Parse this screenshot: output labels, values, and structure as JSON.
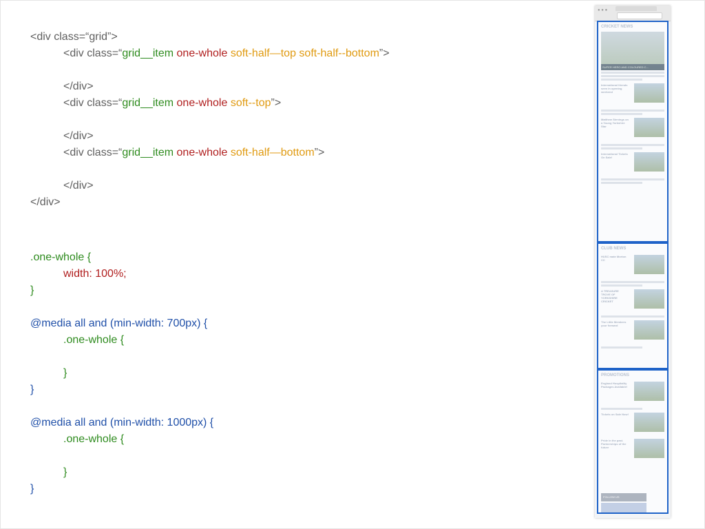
{
  "html_block": {
    "line1": "<div class=“grid”>",
    "line2_prefix": "<div class=“",
    "line2_grid": "grid__item",
    "line2_whole": "one-whole",
    "line2_soft": "soft-half—top soft-half--bottom",
    "line2_suffix": "”>",
    "line3": "</div>",
    "line4_prefix": "<div class=“",
    "line4_grid": "grid__item",
    "line4_whole": "one-whole",
    "line4_soft": "soft--top",
    "line4_suffix": "”>",
    "line5": "</div>",
    "line6_prefix": "<div class=“",
    "line6_grid": "grid__item",
    "line6_whole": "one-whole",
    "line6_soft": "soft-half—bottom",
    "line6_suffix": "”>",
    "line7": "</div>",
    "line8": "</div>"
  },
  "css_block": {
    "selector": ".one-whole {",
    "width_rule": "width: 100%;",
    "close1": "}",
    "media700": "@media all and (min-width: 700px) {",
    "inner700": ".one-whole {",
    "inner700_close": "}",
    "media700_close": "}",
    "media1000": "@media all and (min-width: 1000px) {",
    "inner1000": ".one-whole {",
    "inner1000_close": "}",
    "media1000_close": "}"
  },
  "mockup": {
    "section1_title": "CRICKET NEWS",
    "section2_title": "CLUB NEWS",
    "section3_title": "PROMOTIONS",
    "hero_caption": "SUPER HERO AND COLOURED C...",
    "row1": "International friends seen in opening weekend",
    "row2": "Matthew Stenings on a Young Yorkshire Star",
    "row3": "International Tickets On Sale!",
    "row4": "HUSC mate Morton CC",
    "row5": "A TREASURE TROVE OF YORKSHIRE CRICKET",
    "row6": "The Little Members your forward",
    "row7": "England Hospitality Packages Available!",
    "row8": "Tickets on Sale Now!",
    "row9": "Pride in the past. Partnerships of the future",
    "follow": "FOLLOW US"
  },
  "colors": {
    "green": "#2e8b1e",
    "red": "#b01e1e",
    "orange": "#e09a10",
    "blue": "#1f4fa8",
    "gray": "#5f5f5f",
    "section_border": "#1e62c8"
  }
}
